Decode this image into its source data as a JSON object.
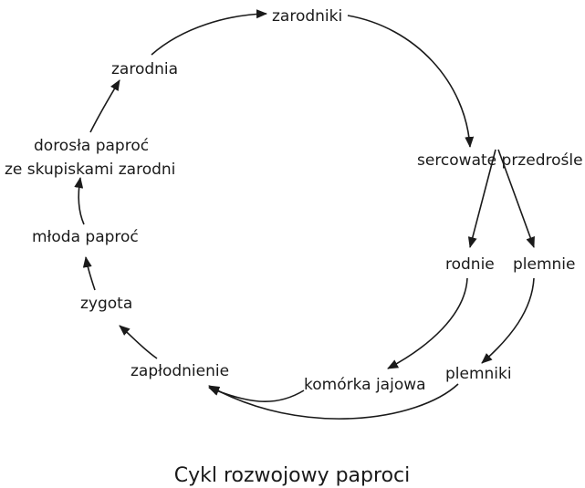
{
  "nodes": {
    "spores": "zarodniki",
    "prothallium": "sercowate przedrośle",
    "archegonium": "rodnie",
    "antheridium": "plemnie",
    "egg_cell": "komórka jajowa",
    "sperm": "plemniki",
    "fertilization": "zapłodnienie",
    "zygote": "zygota",
    "young_fern": "młoda paproć",
    "adult_fern_line1": "dorosła paproć",
    "adult_fern_line2": "ze skupiskami zarodni",
    "sporangium": "zarodnia"
  },
  "title": "Cykl rozwojowy paproci",
  "colors": {
    "ink": "#1a1a1a",
    "background": "#ffffff"
  }
}
